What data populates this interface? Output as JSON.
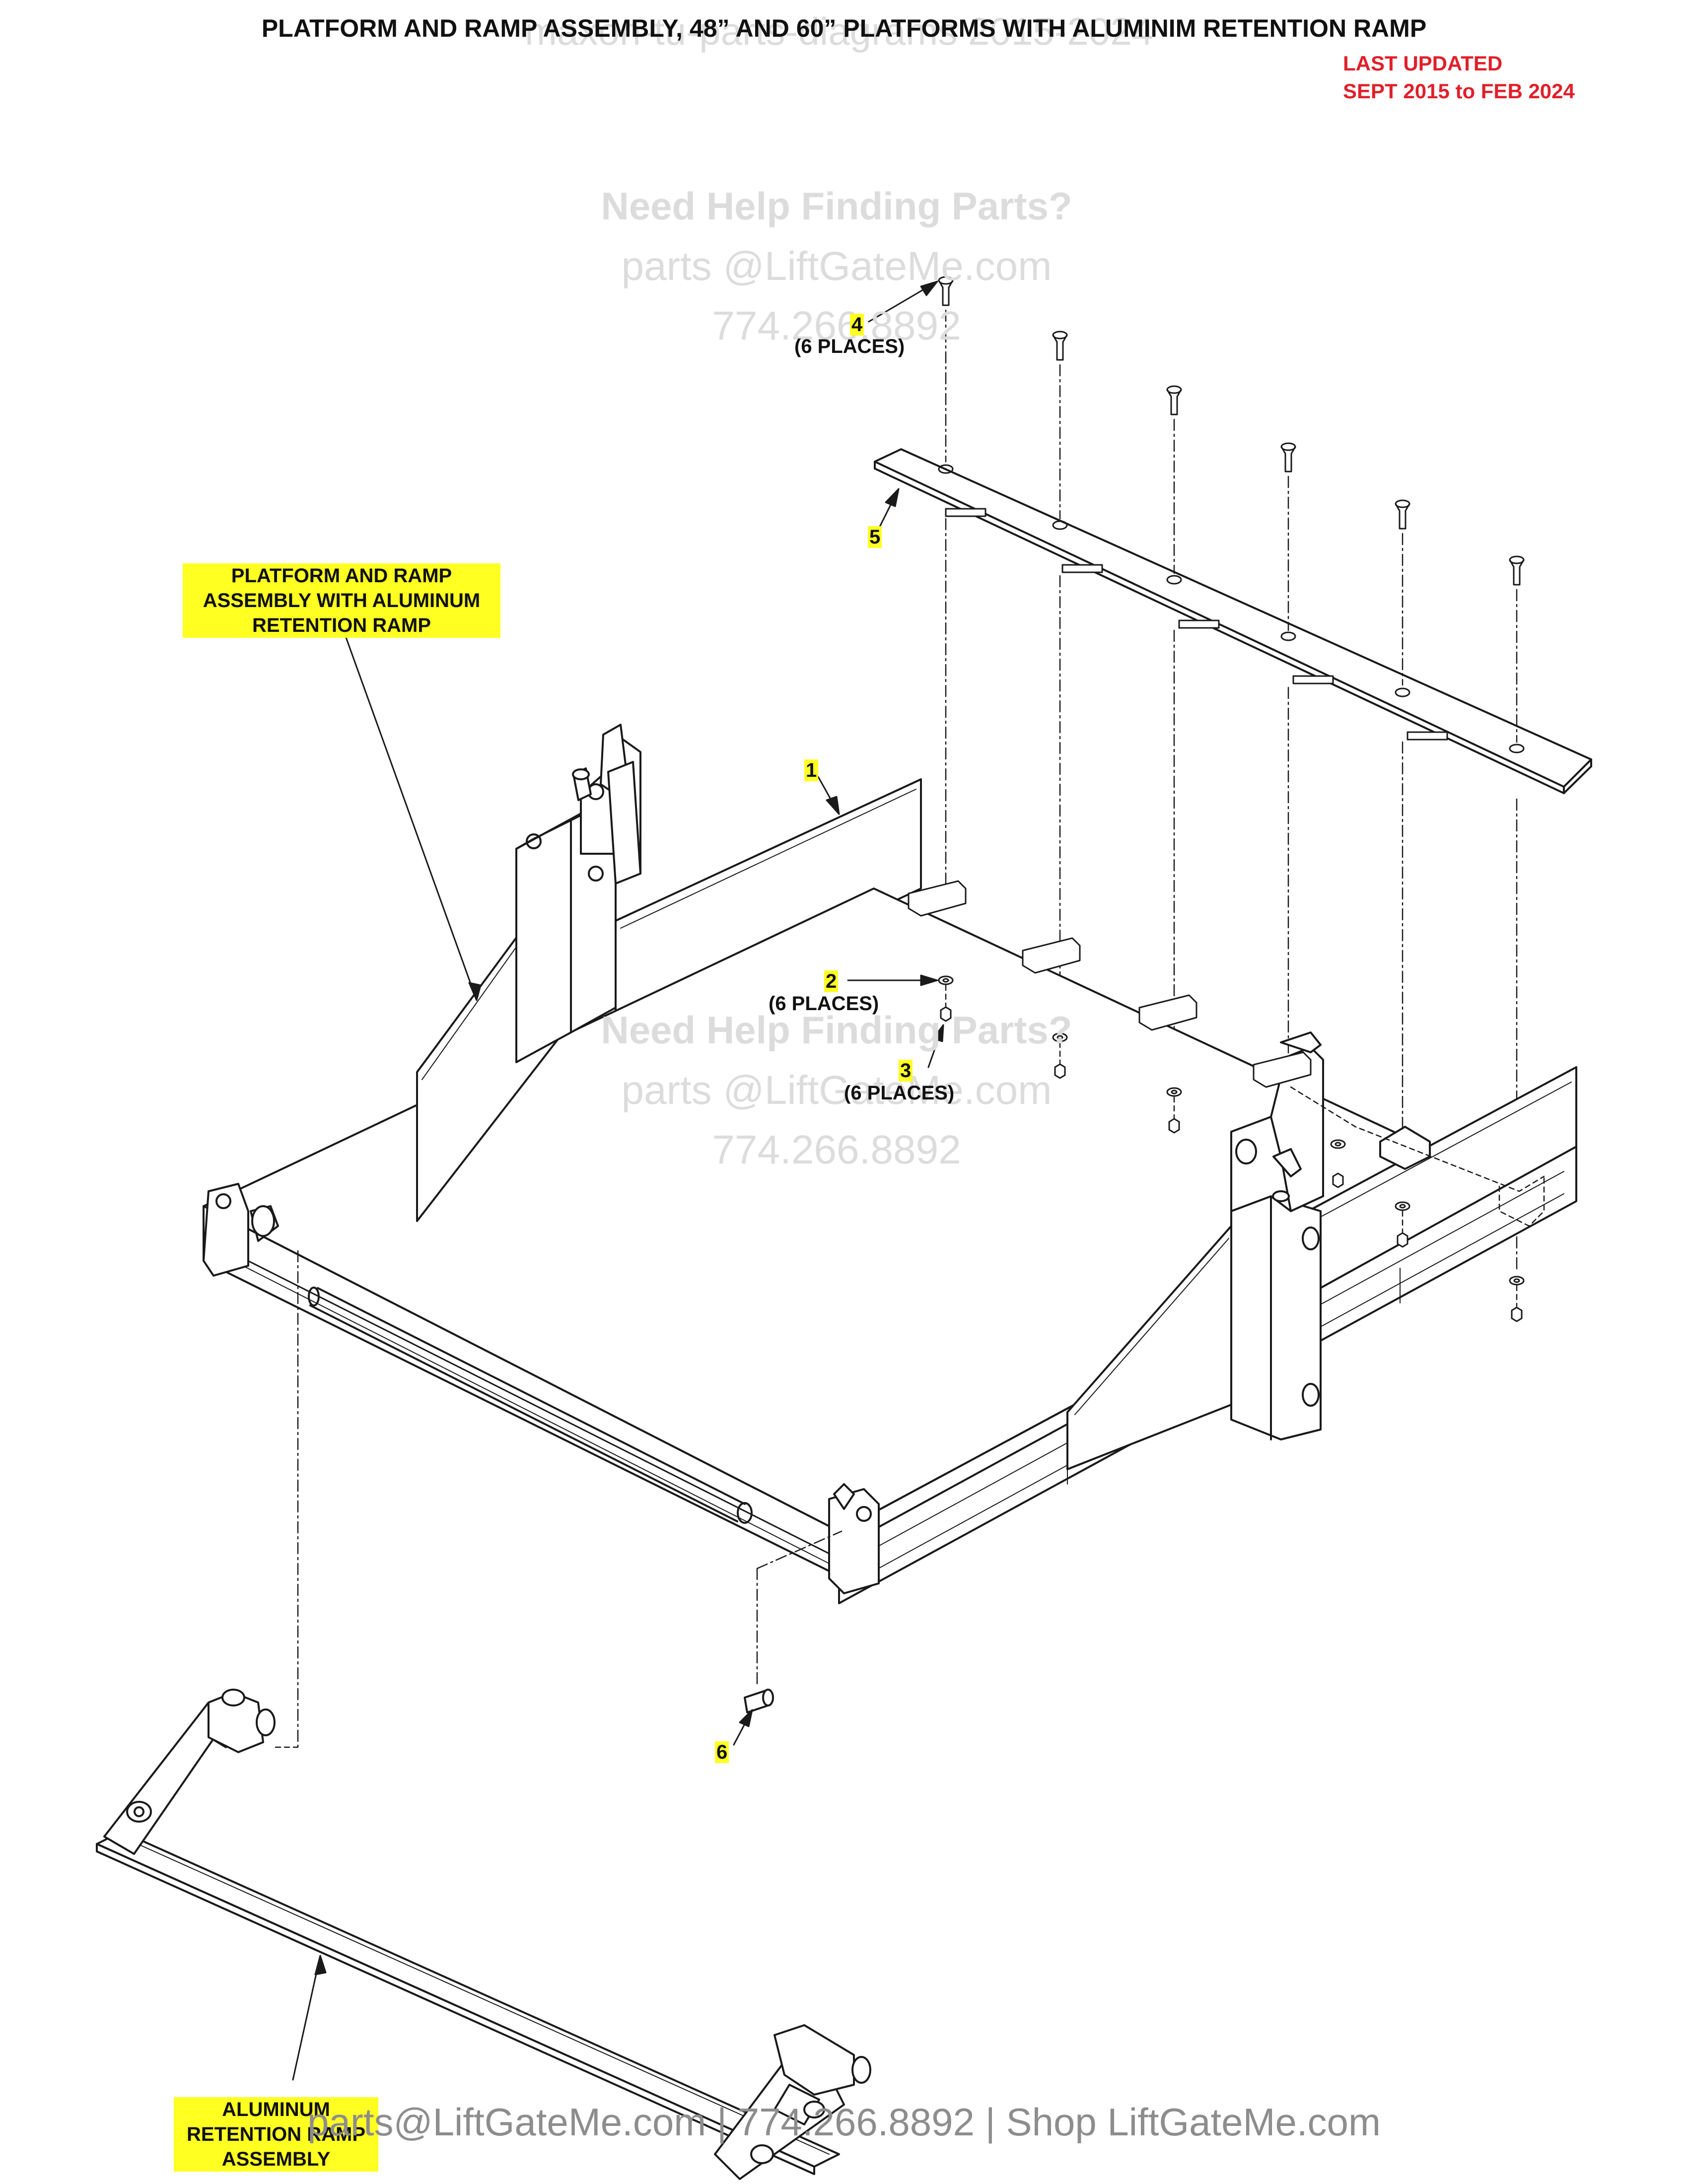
{
  "header": {
    "title": "PLATFORM AND RAMP ASSEMBLY, 48” AND 60” PLATFORMS WITH ALUMINIM RETENTION RAMP",
    "last_updated_line1": "LAST UPDATED",
    "last_updated_line2": "SEPT 2015 to FEB 2024"
  },
  "watermarks": {
    "top": "maxon-tu-parts-diagrams 2015-2024",
    "help1": "Need Help Finding Parts?",
    "email1": "parts @LiftGateMe.com",
    "phone1": "774.266.8892",
    "help2": "Need Help Finding Parts?",
    "email2": "parts @LiftGateMe.com",
    "phone2": "774.266.8892"
  },
  "footer": "parts@LiftGateMe.com | 774.266.8892 | Shop LiftGateMe.com",
  "callouts": {
    "platform_line1": "PLATFORM AND RAMP",
    "platform_line2": "ASSEMBLY WITH ALUMINUM",
    "platform_line3": "RETENTION RAMP",
    "ramp_line1": "ALUMINUM",
    "ramp_line2": "RETENTION RAMP",
    "ramp_line3": "ASSEMBLY"
  },
  "parts": [
    {
      "num": "1",
      "qty": ""
    },
    {
      "num": "2",
      "qty": "(6 PLACES)"
    },
    {
      "num": "3",
      "qty": "(6 PLACES)"
    },
    {
      "num": "4",
      "qty": "(6 PLACES)"
    },
    {
      "num": "5",
      "qty": ""
    },
    {
      "num": "6",
      "qty": ""
    }
  ],
  "colors": {
    "highlight": "#ffff22",
    "updated_text": "#e0202a",
    "line": "#1a1a1a"
  }
}
